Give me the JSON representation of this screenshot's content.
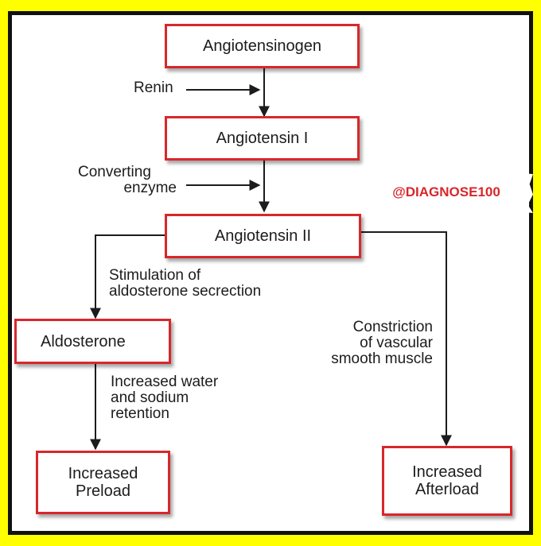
{
  "colors": {
    "border": "#d8272b",
    "background": "#ffff00",
    "watermark": "#d8272b"
  },
  "nodes": {
    "angiotensinogen": "Angiotensinogen",
    "angiotensin1": "Angiotensin I",
    "angiotensin2": "Angiotensin II",
    "aldosterone": "Aldosterone",
    "preload": [
      "Increased",
      "Preload"
    ],
    "afterload": [
      "Increased",
      "Afterload"
    ]
  },
  "labels": {
    "renin": "Renin",
    "converting_enzyme": [
      "Converting",
      "enzyme"
    ],
    "stimulation": [
      "Stimulation of",
      "aldosterone secrection"
    ],
    "water_sodium": [
      "Increased water",
      "and sodium",
      "retention"
    ],
    "constriction": [
      "Constriction",
      "of vascular",
      "smooth muscle"
    ]
  },
  "watermark": "@DIAGNOSE100"
}
